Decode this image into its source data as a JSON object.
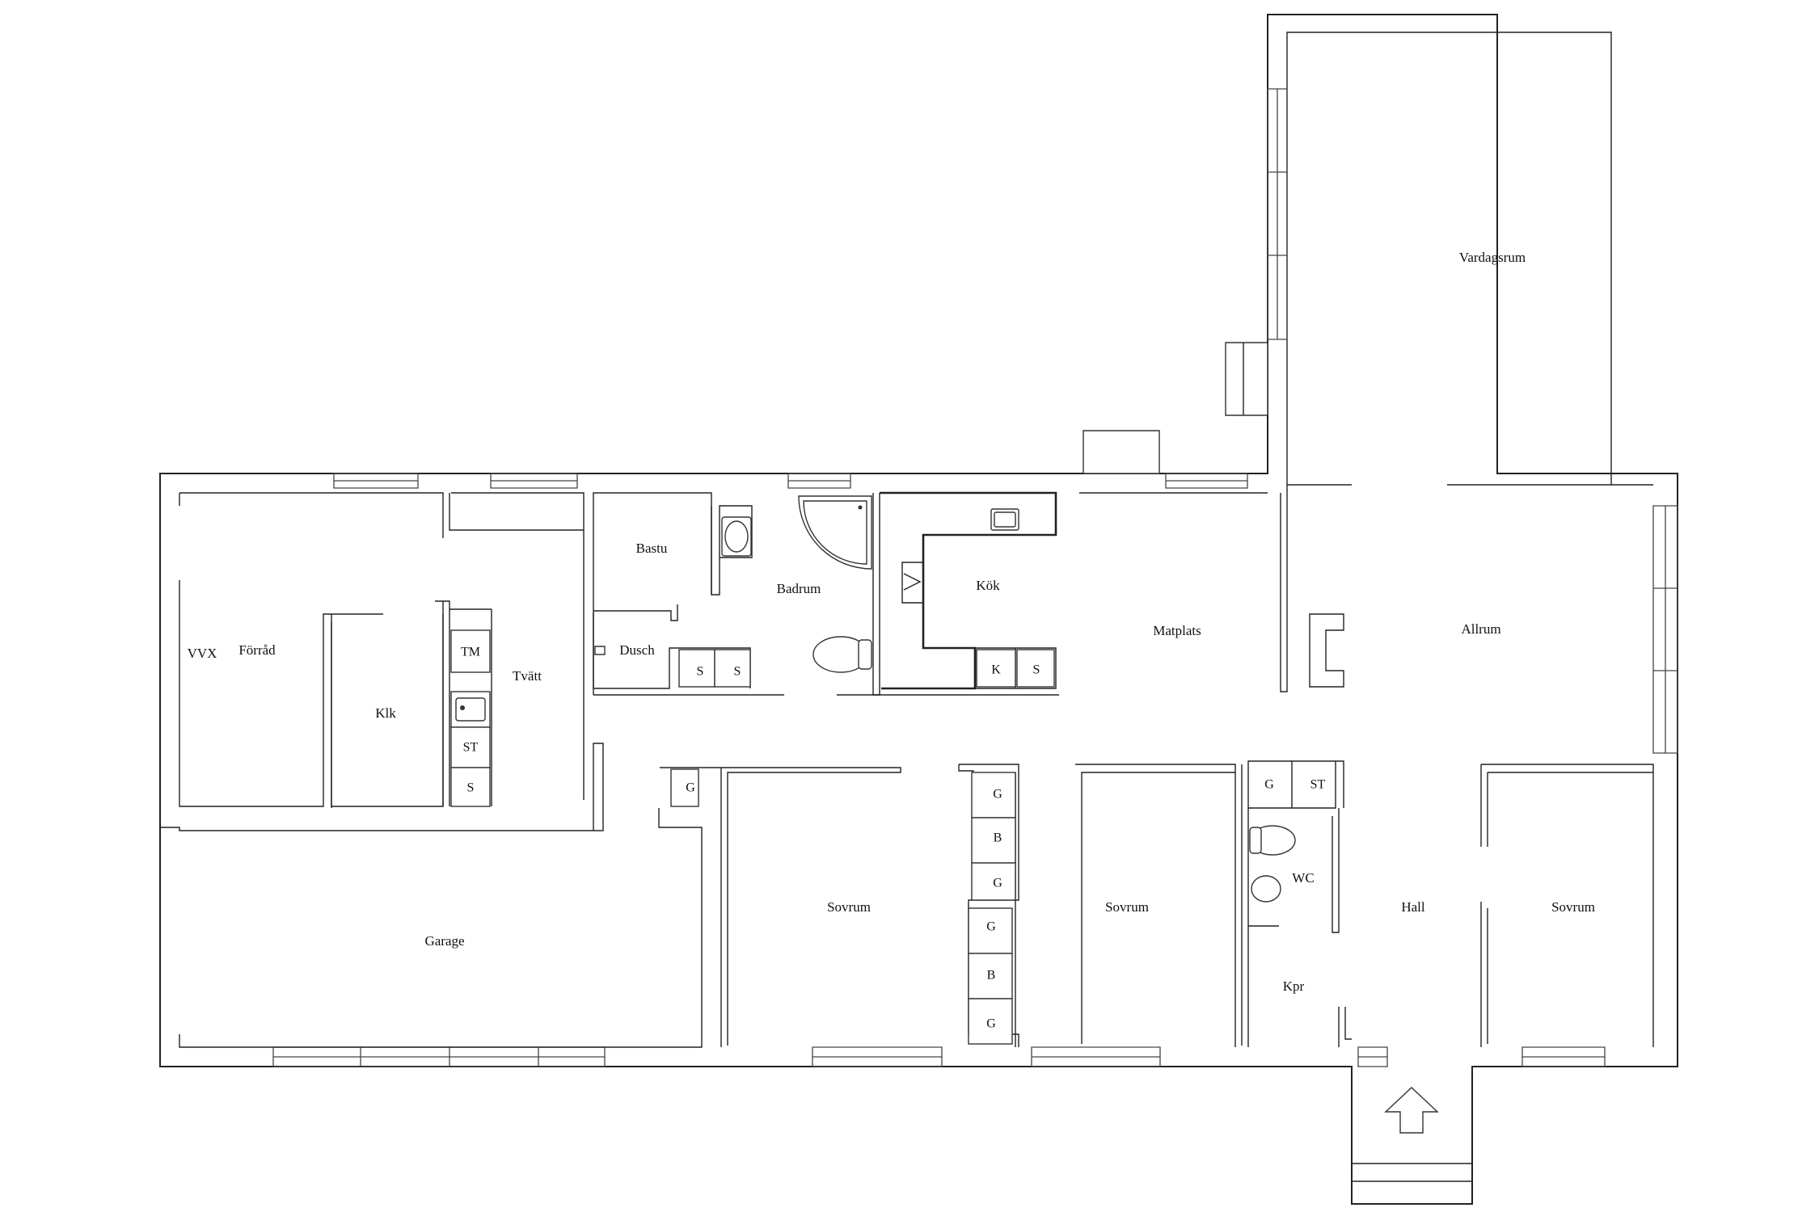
{
  "rooms": {
    "vardagsrum": "Vardagsrum",
    "vvx": "VVX",
    "forrad": "Förråd",
    "klk": "Klk",
    "tvatt": "Tvätt",
    "bastu": "Bastu",
    "dusch": "Dusch",
    "badrum": "Badrum",
    "kok": "Kök",
    "matplats": "Matplats",
    "allrum": "Allrum",
    "garage": "Garage",
    "sovrum_1": "Sovrum",
    "sovrum_2": "Sovrum",
    "sovrum_3": "Sovrum",
    "wc": "WC",
    "kpr": "Kpr",
    "hall": "Hall"
  },
  "fixtures": {
    "tm": "TM",
    "st_tvatt": "ST",
    "s_tvatt": "S",
    "s_bad_1": "S",
    "s_bad_2": "S",
    "k_kok": "K",
    "s_kok": "S",
    "g_garage": "G",
    "g_sov_1": "G",
    "b_sov_1": "B",
    "g_sov_2": "G",
    "g_sov_3": "G",
    "b_sov_2": "B",
    "g_sov_4": "G",
    "g_wc": "G",
    "st_wc": "ST"
  },
  "icons": {
    "entrance": "arrow-up-icon"
  }
}
